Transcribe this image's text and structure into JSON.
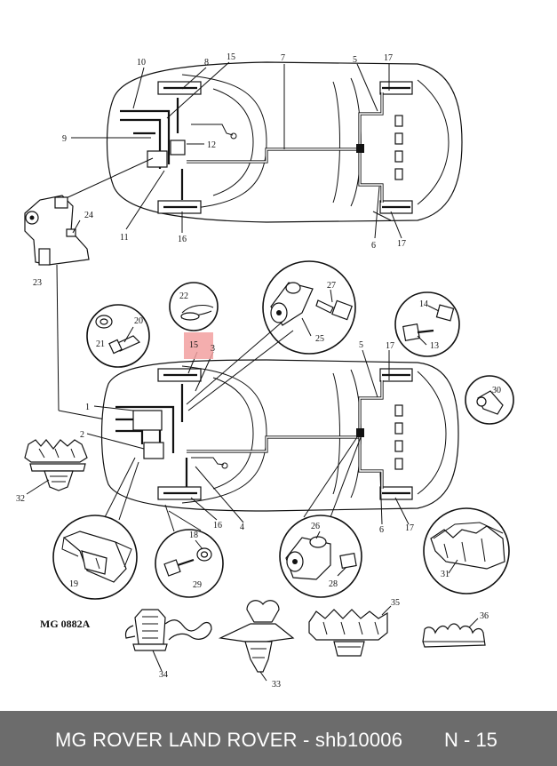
{
  "diagram": {
    "code_label": "MG 0882A",
    "highlight_color": "#f2a0a0",
    "callouts_top": [
      "10",
      "8",
      "15",
      "7",
      "5",
      "17",
      "9",
      "12",
      "11",
      "16",
      "6",
      "17",
      "24",
      "23"
    ],
    "callouts_bottom": [
      "1",
      "2",
      "15",
      "3",
      "5",
      "17",
      "16",
      "4",
      "6",
      "17"
    ],
    "callouts_parts": [
      "22",
      "27",
      "25",
      "20",
      "21",
      "14",
      "13",
      "30",
      "32",
      "19",
      "18",
      "29",
      "26",
      "28",
      "31",
      "35",
      "36",
      "34",
      "33"
    ]
  },
  "footer": {
    "title": "MG ROVER LAND ROVER - shb10006",
    "page": "N - 15",
    "background": "#6c6c6c"
  }
}
